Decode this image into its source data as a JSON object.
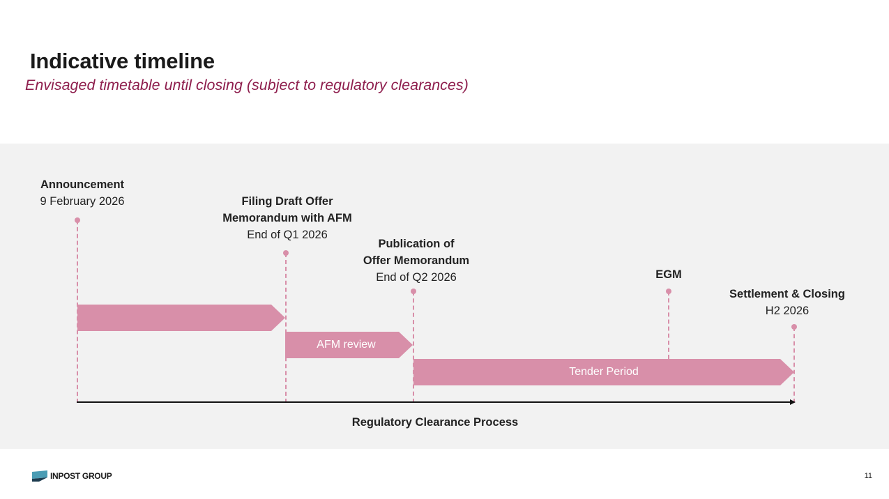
{
  "header": {
    "title": "Indicative timeline",
    "subtitle": "Envisaged timetable until closing (subject to regulatory clearances)"
  },
  "milestones": [
    {
      "name": "Announcement",
      "date": "9 February 2026"
    },
    {
      "name_lines": [
        "Filing Draft Offer",
        "Memorandum with AFM"
      ],
      "date": "End of Q1 2026"
    },
    {
      "name_lines": [
        "Publication of",
        "Offer Memorandum"
      ],
      "date": "End of Q2 2026"
    },
    {
      "name": "EGM"
    },
    {
      "name": "Settlement & Closing",
      "date": "H2 2026"
    }
  ],
  "phases": [
    {
      "label": ""
    },
    {
      "label": "AFM review"
    },
    {
      "label": "Tender Period"
    }
  ],
  "axis_label": "Regulatory Clearance Process",
  "footer": {
    "logo_text": "INPOST GROUP",
    "page_number": "11"
  },
  "colors": {
    "accent_pink": "#d88fa9",
    "subtitle_maroon": "#8e1e4d",
    "panel_bg": "#f2f2f2",
    "logo_teal": "#4a9cb4"
  }
}
